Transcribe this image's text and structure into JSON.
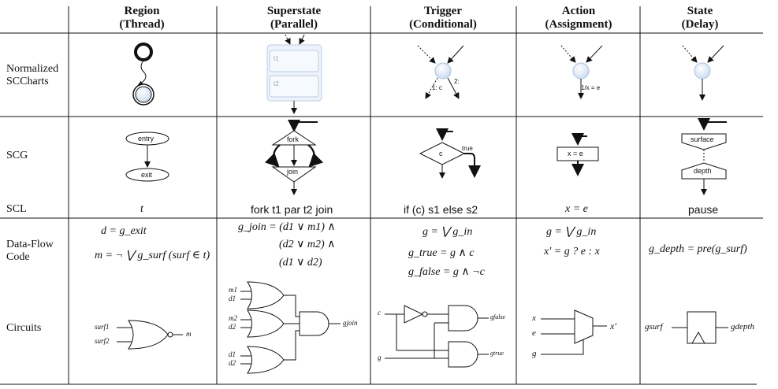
{
  "columns": [
    {
      "title": "Region",
      "subtitle": "(Thread)"
    },
    {
      "title": "Superstate",
      "subtitle": "(Parallel)"
    },
    {
      "title": "Trigger",
      "subtitle": "(Conditional)"
    },
    {
      "title": "Action",
      "subtitle": "(Assignment)"
    },
    {
      "title": "State",
      "subtitle": "(Delay)"
    }
  ],
  "rows": {
    "normalized": "Normalized\nSCCharts",
    "scg": "SCG",
    "scl": "SCL",
    "dataflow": "Data-Flow\nCode",
    "circuits": "Circuits"
  },
  "sccharts": {
    "superstate_region1": "t1",
    "superstate_region2": "t2",
    "trigger_label1": "1: c",
    "trigger_label2": "2:",
    "action_label": "1/x = e"
  },
  "scg": {
    "entry": "entry",
    "exit": "exit",
    "fork": "fork",
    "join": "join",
    "cond": "c",
    "cond_true": "true",
    "assign": "x = e",
    "surface": "surface",
    "depth": "depth"
  },
  "scl": {
    "region": "t",
    "superstate": "fork t1 par t2 join",
    "trigger": "if (c) s1 else s2",
    "action": "x = e",
    "state": "pause"
  },
  "dataflow": {
    "region_1": "d = g_exit",
    "region_2": "m = ¬ ⋁ g_surf (surf ∈ t)",
    "superstate_1": "g_join = (d1 ∨ m1) ∧",
    "superstate_2": "(d2 ∨ m2) ∧",
    "superstate_3": "(d1 ∨ d2)",
    "trigger_1": "g = ⋁ g_in",
    "trigger_2": "g_true = g ∧ c",
    "trigger_3": "g_false = g ∧ ¬c",
    "action_1": "g = ⋁ g_in",
    "action_2": "x′ = g ? e : x",
    "state_1": "g_depth = pre(g_surf)"
  },
  "circuits": {
    "region_in1": "surf1",
    "region_in2": "surf2",
    "region_out": "m",
    "super_in": [
      "m1",
      "d1",
      "m2",
      "d2",
      "d1",
      "d2"
    ],
    "super_out": "gjoin",
    "trigger_c": "c",
    "trigger_g": "g",
    "trigger_false": "gfalse",
    "trigger_true": "gtrue",
    "action_x": "x",
    "action_e": "e",
    "action_g": "g",
    "action_out": "x′",
    "state_in": "gsurf",
    "state_out": "gdepth"
  },
  "colors": {
    "state_fill": "#dfeaf6",
    "state_stroke": "#a9c1dc",
    "line": "#111111"
  }
}
